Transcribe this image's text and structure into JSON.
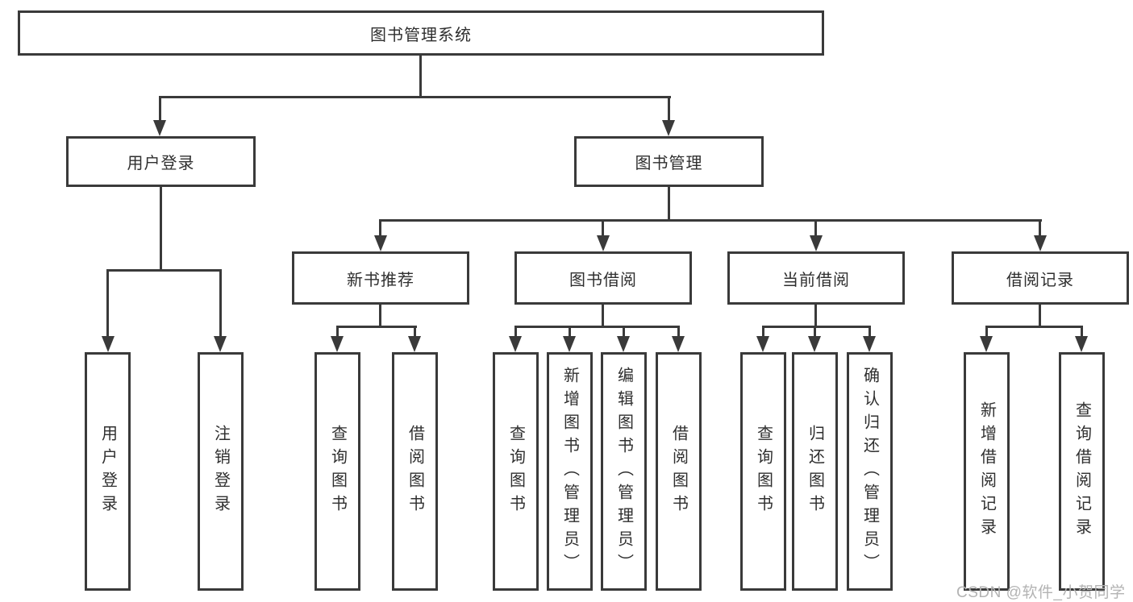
{
  "diagram": {
    "root": {
      "label": "图书管理系统"
    },
    "branches": [
      {
        "label": "用户登录",
        "children": [
          {
            "label": "用户登录"
          },
          {
            "label": "注销登录"
          }
        ]
      },
      {
        "label": "图书管理",
        "children": [
          {
            "label": "新书推荐",
            "children": [
              {
                "label": "查询图书"
              },
              {
                "label": "借阅图书"
              }
            ]
          },
          {
            "label": "图书借阅",
            "children": [
              {
                "label": "查询图书"
              },
              {
                "label": "新增图书（管理员）"
              },
              {
                "label": "编辑图书（管理员）"
              },
              {
                "label": "借阅图书"
              }
            ]
          },
          {
            "label": "当前借阅",
            "children": [
              {
                "label": "查询图书"
              },
              {
                "label": "归还图书"
              },
              {
                "label": "确认归还（管理员）"
              }
            ]
          },
          {
            "label": "借阅记录",
            "children": [
              {
                "label": "新增借阅记录"
              },
              {
                "label": "查询借阅记录"
              }
            ]
          }
        ]
      }
    ]
  },
  "watermark": {
    "text": "CSDN @软件_小贺同学"
  },
  "colors": {
    "line": "#3a3a3a",
    "text": "#2f2f2f",
    "background": "#ffffff",
    "watermark": "#b3b3b3"
  }
}
